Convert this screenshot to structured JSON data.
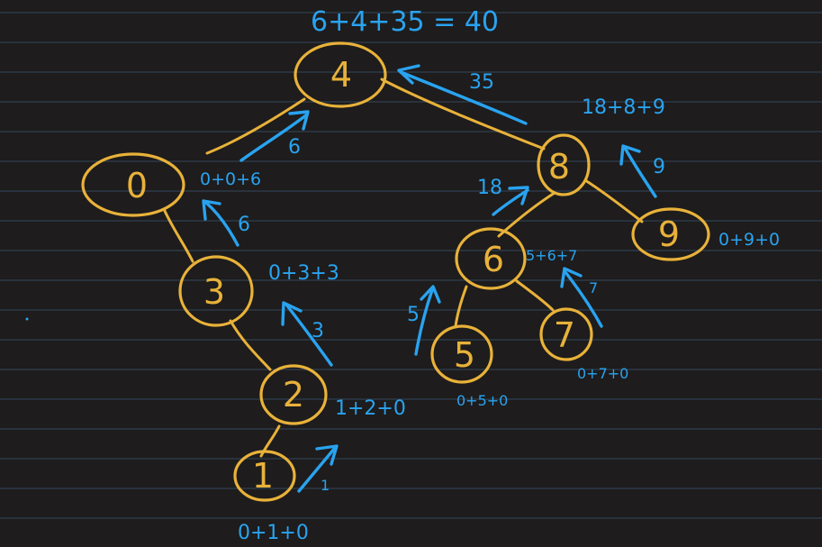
{
  "colors": {
    "background": "#1e1c1c",
    "ruled_lines": "#32485e",
    "tree_ink": "#e8b23a",
    "annotation_ink": "#29a3f0"
  },
  "title_equation": "6+4+35 = 40",
  "nodes": [
    {
      "id": "n4",
      "value": "4",
      "sum": ""
    },
    {
      "id": "n0",
      "value": "0",
      "sum": "0+0+6"
    },
    {
      "id": "n3",
      "value": "3",
      "sum": "0+3+3"
    },
    {
      "id": "n2",
      "value": "2",
      "sum": "1+2+0"
    },
    {
      "id": "n1",
      "value": "1",
      "sum": "0+1+0"
    },
    {
      "id": "n8",
      "value": "8",
      "sum": "18+8+9"
    },
    {
      "id": "n6",
      "value": "6",
      "sum": "5+6+7"
    },
    {
      "id": "n5",
      "value": "5",
      "sum": "0+5+0"
    },
    {
      "id": "n7",
      "value": "7",
      "sum": "0+7+0"
    },
    {
      "id": "n9",
      "value": "9",
      "sum": "0+9+0"
    }
  ],
  "edges": [
    [
      "n4",
      "n0"
    ],
    [
      "n4",
      "n8"
    ],
    [
      "n0",
      "n3"
    ],
    [
      "n3",
      "n2"
    ],
    [
      "n2",
      "n1"
    ],
    [
      "n8",
      "n6"
    ],
    [
      "n8",
      "n9"
    ],
    [
      "n6",
      "n5"
    ],
    [
      "n6",
      "n7"
    ]
  ],
  "arrows": [
    {
      "id": "a1",
      "label": "1"
    },
    {
      "id": "a3",
      "label": "3"
    },
    {
      "id": "a6",
      "label": "6"
    },
    {
      "id": "a6b",
      "label": "6"
    },
    {
      "id": "a35",
      "label": "35"
    },
    {
      "id": "a5",
      "label": "5"
    },
    {
      "id": "a7",
      "label": "7"
    },
    {
      "id": "a18",
      "label": "18"
    },
    {
      "id": "a9",
      "label": "9"
    }
  ]
}
